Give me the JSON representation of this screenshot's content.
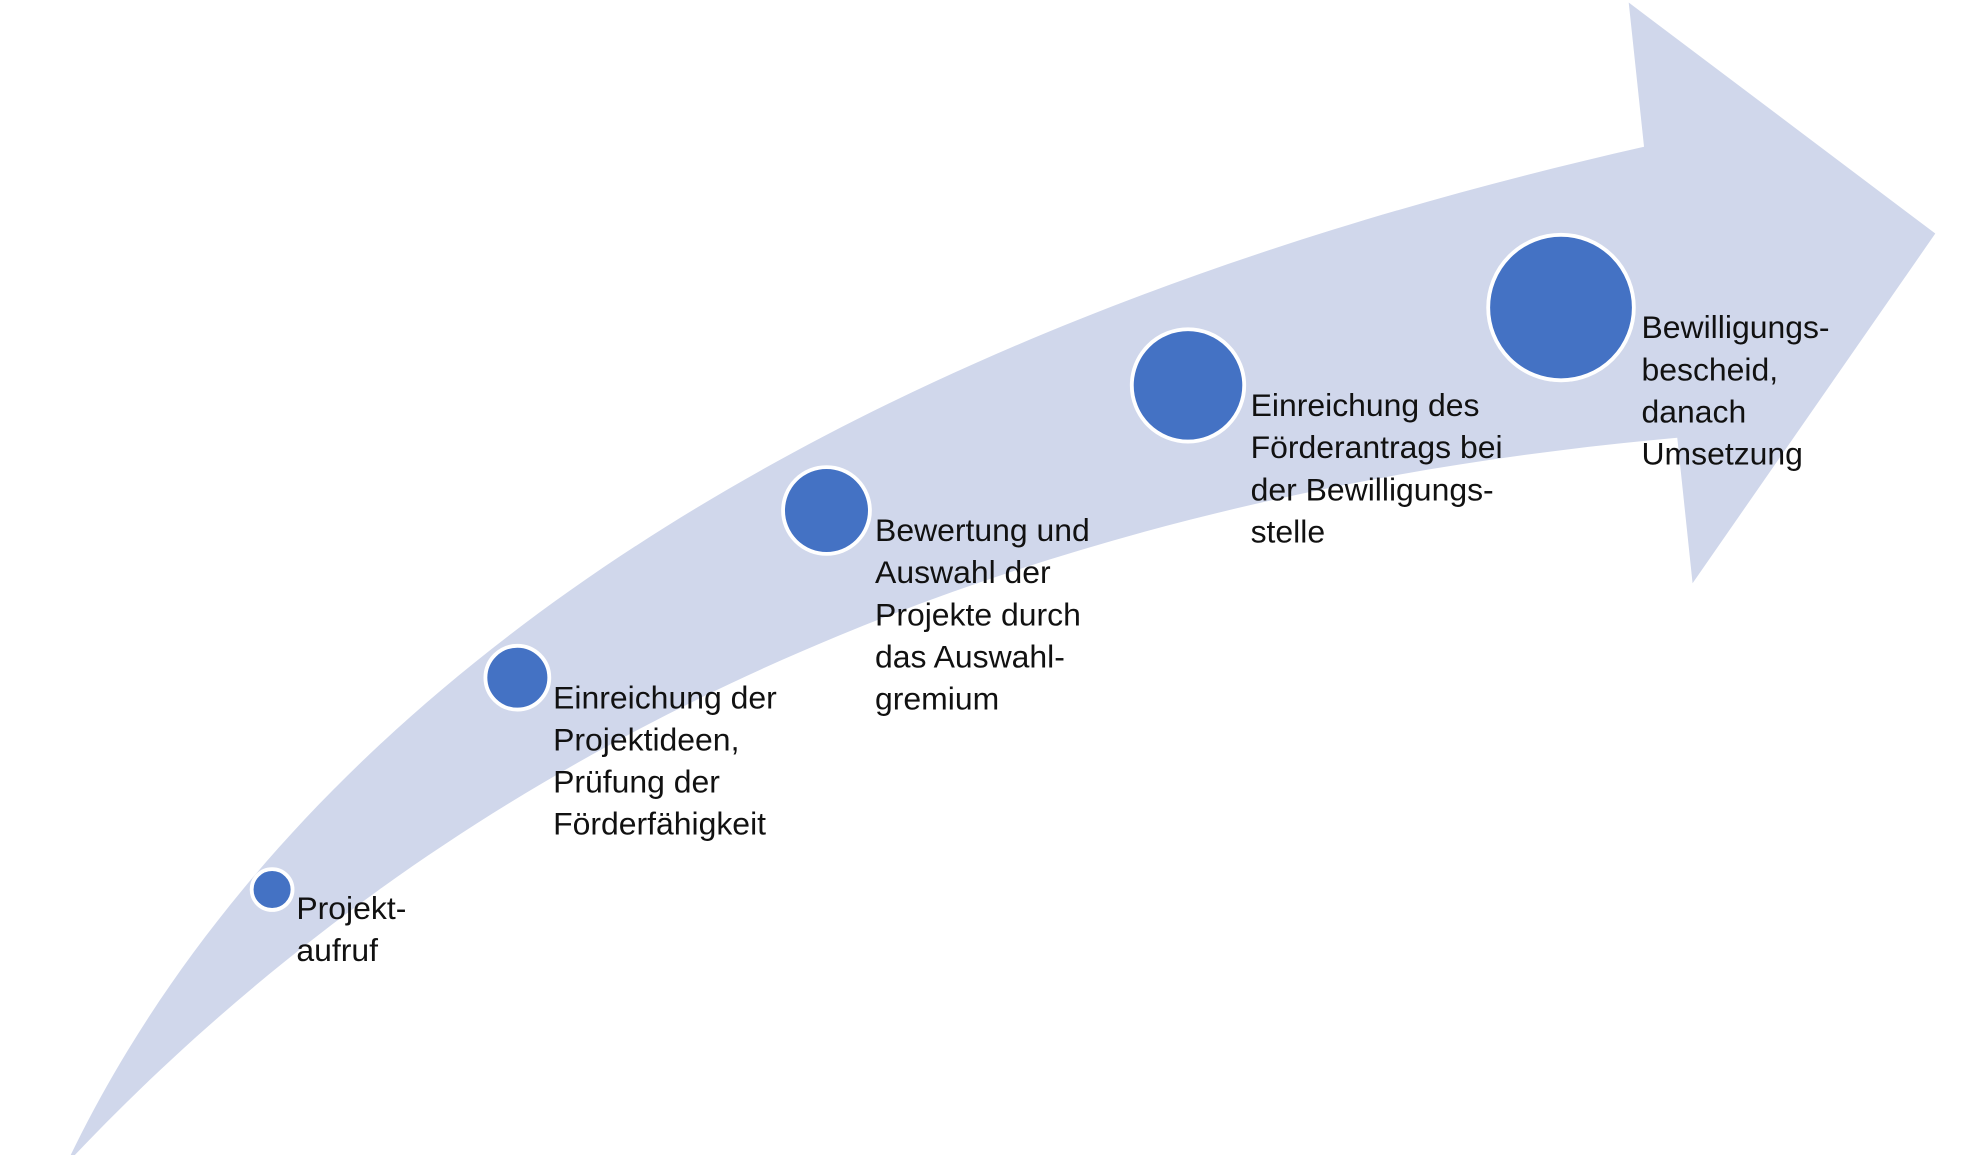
{
  "colors": {
    "arrow": "#d0d7eb",
    "node": "#4472c4",
    "node_border": "#ffffff",
    "text": "#111111"
  },
  "steps": [
    {
      "lines": [
        "Projekt-",
        "aufruf"
      ]
    },
    {
      "lines": [
        "Einreichung der",
        "Projektideen,",
        "Prüfung der",
        "Förderfähigkeit"
      ]
    },
    {
      "lines": [
        "Bewertung und",
        "Auswahl der",
        "Projekte durch",
        "das Auswahl-",
        "gremium"
      ]
    },
    {
      "lines": [
        "Einreichung des",
        "Förderantrags bei",
        "der Bewilligungs-",
        "stelle"
      ]
    },
    {
      "lines": [
        "Bewilligungs-",
        "bescheid,",
        "danach",
        "Umsetzung"
      ]
    }
  ]
}
